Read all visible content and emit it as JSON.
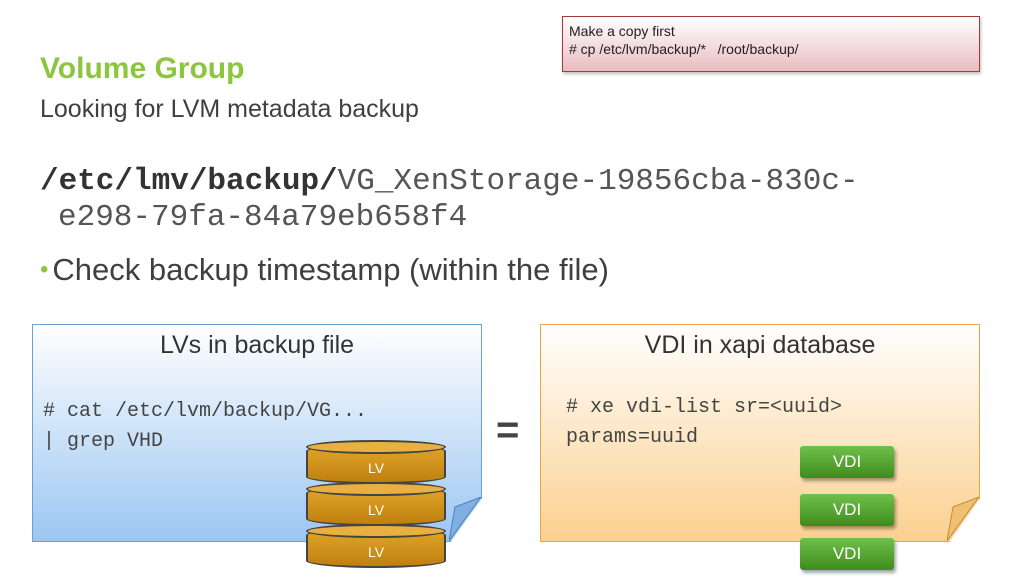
{
  "slide": {
    "title": "Volume Group",
    "subtitle": "Looking for LVM metadata backup"
  },
  "note": {
    "line1": "Make a copy first",
    "line2": "# cp /etc/lvm/backup/*   /root/backup/"
  },
  "path": {
    "dir": "/etc/lmv/backup/",
    "file_part1": "VG_XenStorage-19856cba-830c-",
    "file_part2": "e298-79fa-84a79eb658f4"
  },
  "bullet": {
    "dot": "•",
    "text": "Check backup timestamp (within the file)"
  },
  "left_card": {
    "title": "LVs in backup file",
    "code_line1": "# cat /etc/lvm/backup/VG...",
    "code_line2": "| grep VHD",
    "lv_labels": [
      "LV",
      "LV",
      "LV"
    ]
  },
  "equals": "=",
  "right_card": {
    "title": "VDI in xapi database",
    "code_line1": "# xe vdi-list sr=<uuid>",
    "code_line2": "params=uuid",
    "vdi_labels": [
      "VDI",
      "VDI",
      "VDI"
    ]
  },
  "colors": {
    "title_green": "#8cc63f",
    "note_border": "#a33a3a",
    "blue_card": "#9cc6f2",
    "orange_card": "#fbd08f",
    "lv_gold": "#c0800f",
    "vdi_green": "#3f8c1e"
  }
}
